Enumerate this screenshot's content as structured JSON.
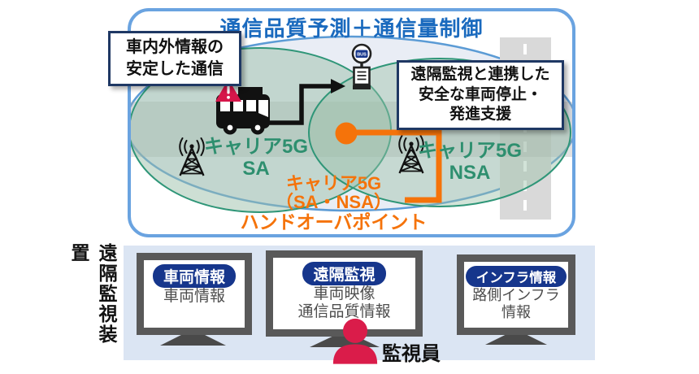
{
  "diagram": {
    "title": "通信品質予測＋通信量制御",
    "callout_stable": {
      "lines": [
        "車内外情報の",
        "安定した通信"
      ]
    },
    "callout_remote": {
      "lines": [
        "遠隔監視と連携した",
        "安全な車両停止・",
        "発進支援"
      ]
    },
    "carrier_sa": {
      "name": "キャリア5G",
      "mode": "SA"
    },
    "carrier_nsa": {
      "name": "キャリア5G",
      "mode": "NSA"
    },
    "handover": {
      "line1": "キャリア5G",
      "line2": "（SA・NSA）",
      "line3": "ハンドオーバポイント"
    },
    "bus_stop_sign": "BUS"
  },
  "monitoring": {
    "side_label": "遠隔監視装置",
    "monitors": [
      {
        "badge": "車両情報",
        "line1": "車両情報",
        "line2": ""
      },
      {
        "badge": "遠隔監視",
        "line1": "車両映像",
        "line2": "通信品質情報"
      },
      {
        "badge": "インフラ情報",
        "line1": "路側インフラ",
        "line2": "情報"
      }
    ],
    "operator_label": "監視員"
  },
  "colors": {
    "title-blue": "#1a6abe",
    "callout-border": "#1f3864",
    "frame-blue": "#6aa3e0",
    "outer-stroke": "#5b9bd5",
    "outer-fill": "#e9edf5",
    "green-stroke": "#2f9678",
    "green-fill": "#9cc0a9",
    "green-label": "#2e8f6f",
    "orange": "#f5730a",
    "warning-red": "#d6164a",
    "road-gray": "#d9d9d9",
    "band-gray": "#a6a6a6",
    "panel-blue": "#dbe5f3",
    "monitor-frame": "#595959",
    "stand-gray": "#4a4a4a",
    "badge-navy": "#16368c",
    "screen-text": "#4d4d4d",
    "person-red": "#da1c4a",
    "ink": "#111111"
  }
}
